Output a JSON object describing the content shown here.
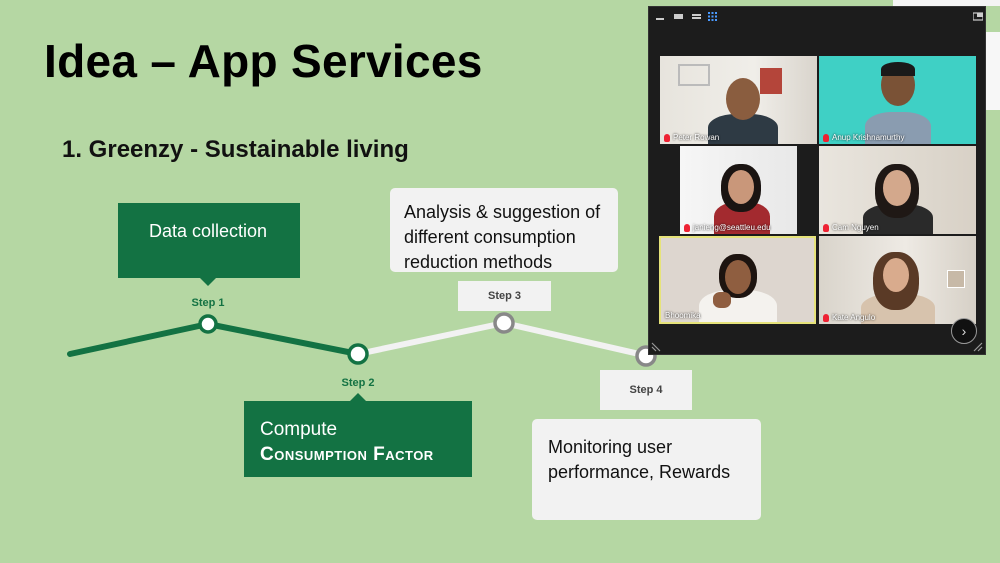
{
  "slide": {
    "title": "Idea – App Services",
    "subtitle": "1. Greenzy - Sustainable living"
  },
  "steps": [
    {
      "label": "Step 1",
      "callout": "Data collection"
    },
    {
      "label": "Step 2",
      "callout_line1": "Compute",
      "callout_line2": "Consumption Factor"
    },
    {
      "label": "Step 3",
      "callout_line1": "Analysis & suggestion of",
      "callout_line2": "different consumption",
      "callout_line3": "reduction methods"
    },
    {
      "label": "Step 4",
      "callout_line1": "Monitoring user",
      "callout_line2": "performance, Rewards"
    }
  ],
  "colors": {
    "background": "#b5d7a3",
    "accent_green": "#137243",
    "callout_light": "#f2f2f2"
  },
  "video": {
    "participants": [
      {
        "name": "Peter Rowan"
      },
      {
        "name": "Anup Krishnamurthy"
      },
      {
        "name": "janieng@seattleu.edu"
      },
      {
        "name": "Cam Nguyen"
      },
      {
        "name": "Bhoomika"
      },
      {
        "name": "Kate Angulo"
      }
    ],
    "next_icon": "chevron-right-icon",
    "next_glyph": "›"
  }
}
